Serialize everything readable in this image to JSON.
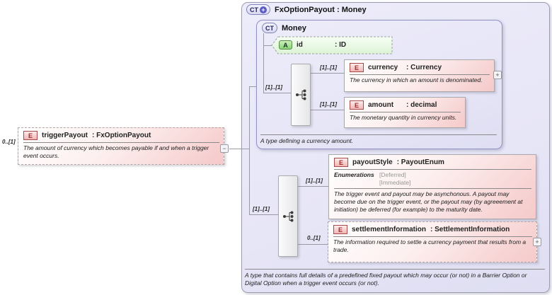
{
  "icons": {
    "plus": "+",
    "minus": "−"
  },
  "trigger_payout": {
    "cardinality": "0..[1]",
    "badge": "E",
    "name": "triggerPayout",
    "type": ": FxOptionPayout",
    "annotation": "The amount of currency which becomes payable if and when a trigger event occurs."
  },
  "fx_option_payout": {
    "badge": "CT",
    "badge_plus": "+",
    "title": "FxOptionPayout : Money",
    "sequence_cardinality": "[1]..[1]",
    "annotation": "A type that contains full details of a predefined fixed payout which may occur (or not) in a Barrier Option or Digital Option when a trigger event occurs (or not)."
  },
  "money": {
    "badge": "CT",
    "title": "Money",
    "annotation": "A type defining a currency amount.",
    "sequence_cardinality": "[1]..[1]",
    "id_attr": {
      "badge": "A",
      "name": "id",
      "type": ": ID"
    },
    "currency": {
      "badge": "E",
      "cardinality": "[1]..[1]",
      "name": "currency",
      "type": ": Currency",
      "annotation": "The currency in which an amount is denominated."
    },
    "amount": {
      "badge": "E",
      "cardinality": "[1]..[1]",
      "name": "amount",
      "type": ": decimal",
      "annotation": "The monetary quantity in currency units."
    }
  },
  "payout_style": {
    "badge": "E",
    "cardinality": "[1]..[1]",
    "name": "payoutStyle",
    "type": ": PayoutEnum",
    "enum_label": "Enumerations",
    "enum_values": [
      "[Deferred]",
      "[Immediate]"
    ],
    "annotation": "The trigger event and payout may be asynchonous. A payout may become due on the trigger event, or the payout may (by agreeement at initiation) be deferred (for example) to the maturity date."
  },
  "settlement_information": {
    "badge": "E",
    "cardinality": "0..[1]",
    "name": "settlementInformation",
    "type": ": SettlementInformation",
    "annotation": "The information required to settle a currency payment that results from a trade."
  }
}
